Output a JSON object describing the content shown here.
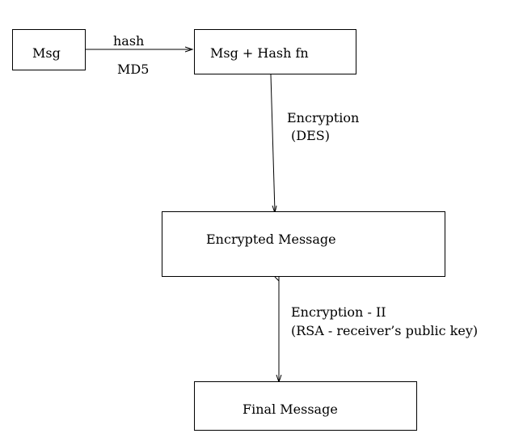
{
  "nodes": {
    "msg": "Msg",
    "msg_hash": "Msg + Hash fn",
    "encrypted": "Encrypted Message",
    "final": "Final Message"
  },
  "edges": {
    "hash_label": "hash",
    "hash_algo": "MD5",
    "enc1_label": "Encryption",
    "enc1_algo": "(DES)",
    "enc2_label": "Encryption - II",
    "enc2_detail": "(RSA - receiver’s public key)"
  }
}
